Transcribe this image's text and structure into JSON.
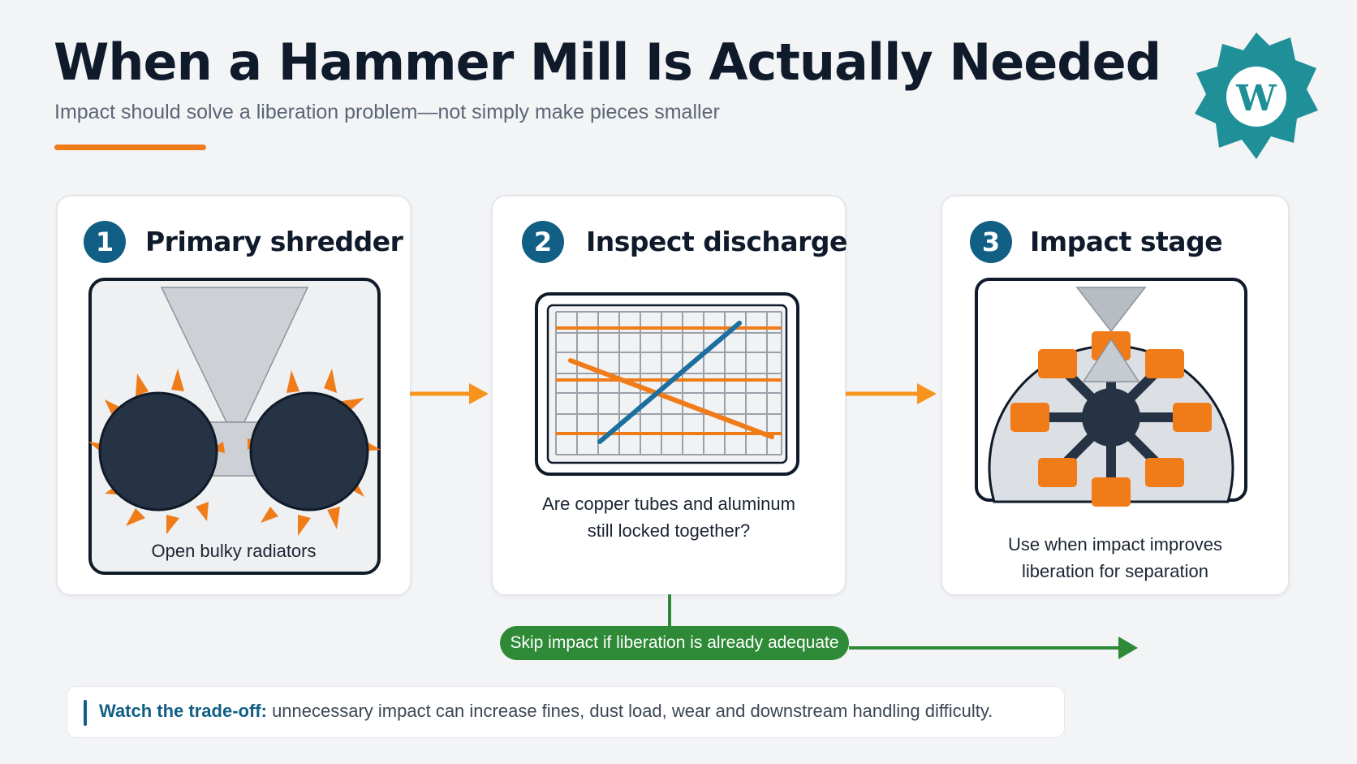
{
  "header": {
    "title": "When a Hammer Mill Is Actually Needed",
    "subtitle": "Impact should solve a liberation problem—not simply make pieces smaller",
    "logo_icon": "gear-logo-icon"
  },
  "steps": [
    {
      "number": "1",
      "title": "Primary shredder",
      "caption": "Open bulky radiators",
      "icon": "twin-shaft-shredder-icon"
    },
    {
      "number": "2",
      "title": "Inspect discharge",
      "caption_line1": "Are copper tubes and aluminum",
      "caption_line2": "still locked together?",
      "icon": "radiator-grid-icon"
    },
    {
      "number": "3",
      "title": "Impact stage",
      "caption_line1": "Use when impact improves",
      "caption_line2": "liberation for separation",
      "icon": "hammer-mill-rotor-icon"
    }
  ],
  "bypass": {
    "label": "Skip impact if liberation is already adequate"
  },
  "note": {
    "lead": "Watch the trade-off:",
    "text": " unnecessary impact can increase fines, dust load, wear and downstream handling difficulty."
  },
  "colors": {
    "navy": "#125f86",
    "dark": "#253344",
    "orange": "#f07b19",
    "green": "#2e8a36",
    "teal": "#1f8f98",
    "blue_line": "#1c6f9e"
  }
}
